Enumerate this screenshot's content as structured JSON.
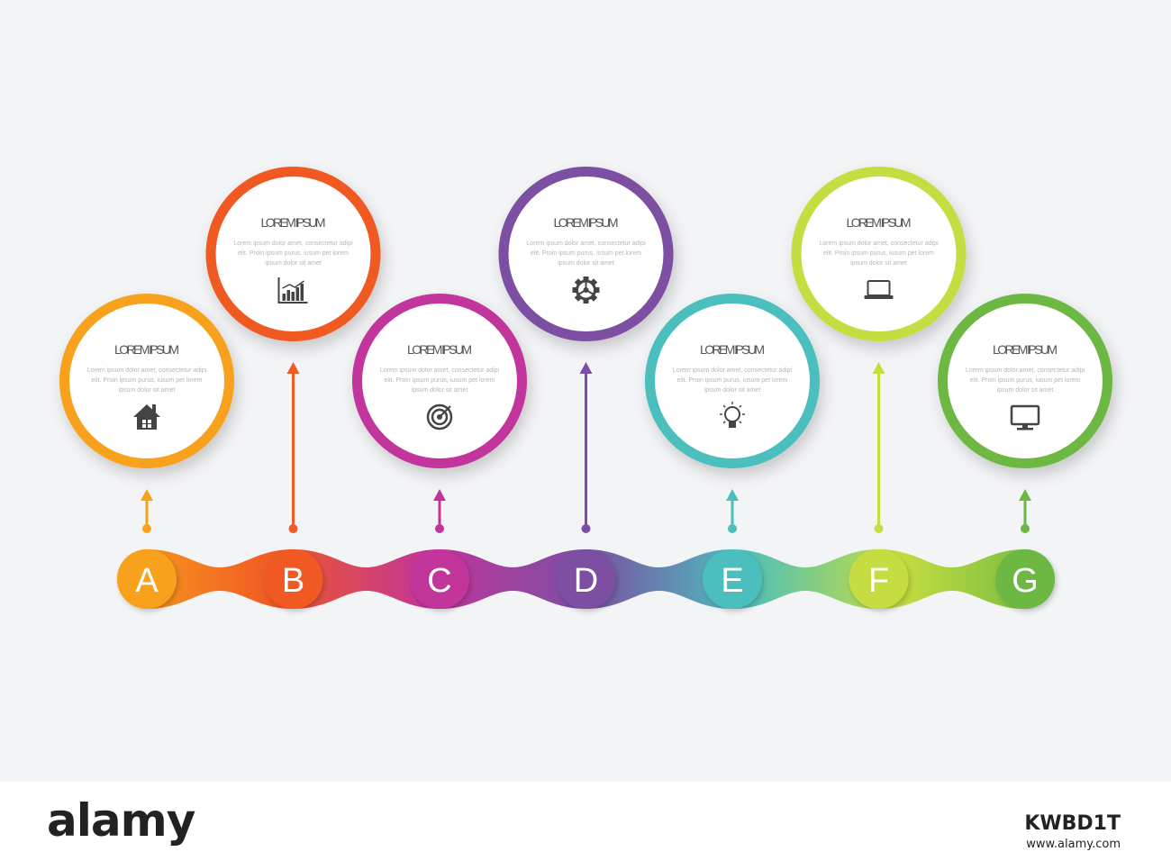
{
  "diagram": {
    "steps": [
      {
        "letter": "A",
        "title": "LOREM IPSUM",
        "body": [
          "Lorem ipsum dolor amet, consectetur adipi",
          "elit. Proin ipsum purus, iusum pet lorem",
          "ipsum dolor sit amet"
        ],
        "icon": "house-icon",
        "color": "#f8a11c",
        "position": "low"
      },
      {
        "letter": "B",
        "title": "LOREM IPSUM",
        "body": [
          "Lorem ipsum dolor amet, consectetur adipi",
          "elit. Proin ipsum purus, iusum pet lorem",
          "ipsum dolor sit amet"
        ],
        "icon": "bar-chart-icon",
        "color": "#f05a24",
        "position": "high"
      },
      {
        "letter": "C",
        "title": "LOREM IPSUM",
        "body": [
          "Lorem ipsum dolor amet, consectetur adipi",
          "elit. Proin ipsum purus, iusum pet lorem",
          "ipsum dolor sit amet"
        ],
        "icon": "target-icon",
        "color": "#c2349a",
        "position": "low"
      },
      {
        "letter": "D",
        "title": "LOREM IPSUM",
        "body": [
          "Lorem ipsum dolor amet, consectetur adipi",
          "elit. Proin ipsum purus, iusum pet lorem",
          "ipsum dolor sit amet"
        ],
        "icon": "gear-icon",
        "color": "#7b4fa3",
        "position": "high"
      },
      {
        "letter": "E",
        "title": "LOREM IPSUM",
        "body": [
          "Lorem ipsum dolor amet, consectetur adipi",
          "elit. Proin ipsum purus, iusum pet lorem",
          "ipsum dolor sit amet"
        ],
        "icon": "lightbulb-icon",
        "color": "#4cbfbd",
        "position": "low"
      },
      {
        "letter": "F",
        "title": "LOREM IPSUM",
        "body": [
          "Lorem ipsum dolor amet, consectetur adipi",
          "elit. Proin ipsum purus, iusum pet lorem",
          "ipsum dolor sit amet"
        ],
        "icon": "laptop-icon",
        "color": "#c5dd3f",
        "position": "high"
      },
      {
        "letter": "G",
        "title": "LOREM IPSUM",
        "body": [
          "Lorem ipsum dolor amet, consectetur adipi",
          "elit. Proin ipsum purus, iusum pet lorem",
          "ipsum dolor sit amet"
        ],
        "icon": "monitor-icon",
        "color": "#6db843",
        "position": "low"
      }
    ]
  },
  "footer": {
    "logo": "alamy",
    "image_id": "KWBD1T",
    "site": "www.alamy.com"
  }
}
